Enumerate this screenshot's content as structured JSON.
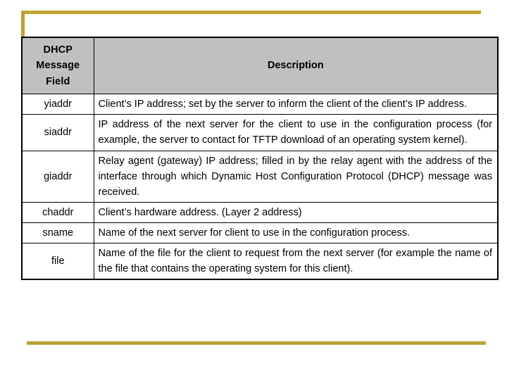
{
  "page": {
    "background_color": "#FFFFFF",
    "accent_color": "#BFA335",
    "header_fill_color": "#C0C0C0",
    "border_color": "#000000"
  },
  "decoration": {
    "top_rule_name": "gold-corner-rule",
    "bottom_rule_name": "gold-bottom-rule"
  },
  "table": {
    "name": "dhcp-message-fields-table",
    "headers": {
      "field": "DHCP Message Field",
      "field_lines": [
        "DHCP",
        "Message",
        "Field"
      ],
      "description": "Description"
    },
    "rows": [
      {
        "field": "yiaddr",
        "description": "Client’s IP address; set by the server to inform the client of the client’s IP address.",
        "lines": 2
      },
      {
        "field": "siaddr",
        "description": "IP address of the next server for the client to use in the configuration process (for example, the server to contact for TFTP download of an operating system kernel).",
        "lines": 3
      },
      {
        "field": "giaddr",
        "description": "Relay agent (gateway) IP address; filled in by the relay agent with the address of the interface through which Dynamic Host Configuration Protocol (DHCP) message was received.",
        "lines": 3
      },
      {
        "field": "chaddr",
        "description": "Client’s hardware address. (Layer 2 address)",
        "lines": 1
      },
      {
        "field": "sname",
        "description": "Name of the next server for client to use in the configuration process.",
        "lines": 1
      },
      {
        "field": "file",
        "description": "Name of the file for the client to request from the next server (for example the name of the file that contains the operating system for this client).",
        "lines": 3
      }
    ]
  }
}
